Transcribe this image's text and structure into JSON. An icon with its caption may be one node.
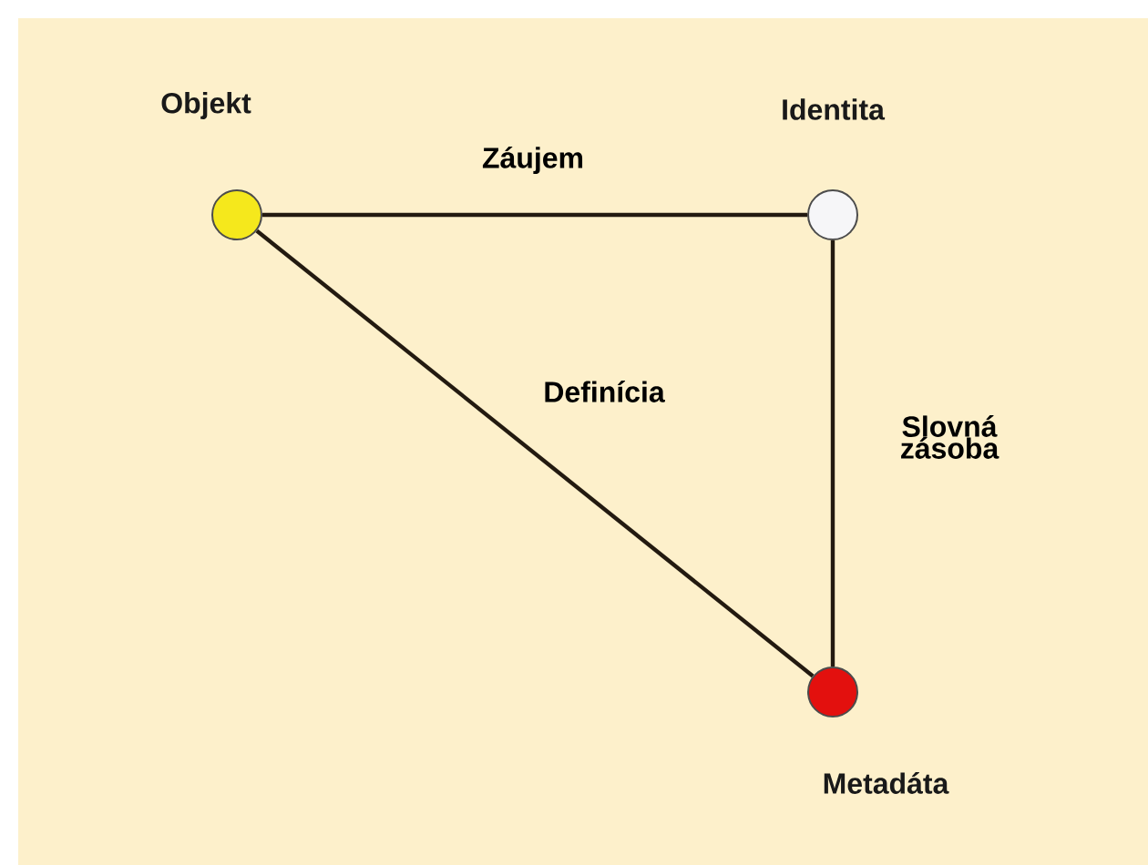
{
  "diagram": {
    "nodes": [
      {
        "text": [
          "Objekt"
        ]
      },
      {
        "text": [
          "Identita"
        ]
      },
      {
        "text": [
          "Metadáta"
        ]
      }
    ],
    "edges": [
      {
        "from": 0,
        "to": 1,
        "arrow": "none",
        "label": "Záujem"
      },
      {
        "from": 0,
        "to": 2,
        "arrow": "none",
        "label": "Definícia"
      },
      {
        "from": 1,
        "to": 2,
        "arrow": "none",
        "label": "Slovná zásoba"
      }
    ]
  }
}
